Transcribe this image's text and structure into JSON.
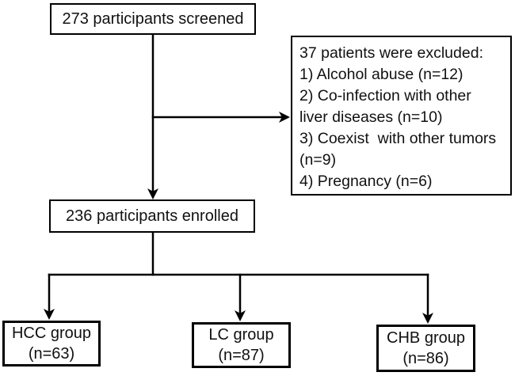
{
  "diagram": {
    "type": "participant-flowchart",
    "background_color": "#ffffff",
    "line_color": "#000000",
    "text_color": "#111111",
    "nodes": {
      "screened": {
        "text": "273 participants screened"
      },
      "excluded": {
        "text": "37 patients were excluded:\n1) Alcohol abuse (n=12)\n2) Co-infection with other\nliver diseases (n=10)\n3) Coexist  with other tumors\n(n=9)\n4) Pregnancy (n=6)"
      },
      "enrolled": {
        "text": "236 participants enrolled"
      },
      "hcc": {
        "label": "HCC group",
        "count": "(n=63)"
      },
      "lc": {
        "label": "LC group",
        "count": "(n=87)"
      },
      "chb": {
        "label": "CHB group",
        "count": "(n=86)"
      }
    }
  }
}
